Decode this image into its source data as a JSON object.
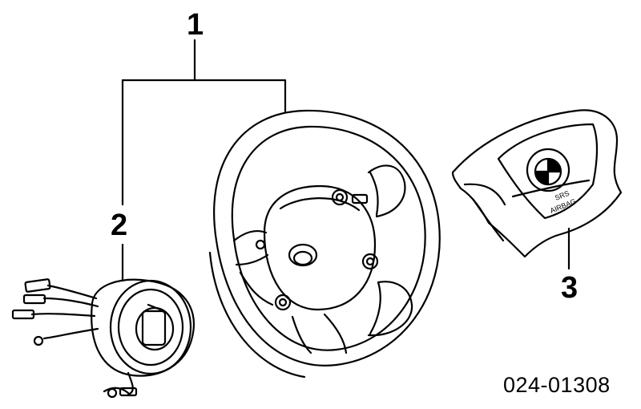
{
  "callouts": {
    "steering_wheel": "1",
    "clock_spring": "2",
    "airbag_module": "3"
  },
  "part_number": "024-01308",
  "airbag_text": {
    "line1": "SRS",
    "line2": "AIRBAG"
  },
  "colors": {
    "line": "#000000",
    "background": "#ffffff"
  }
}
